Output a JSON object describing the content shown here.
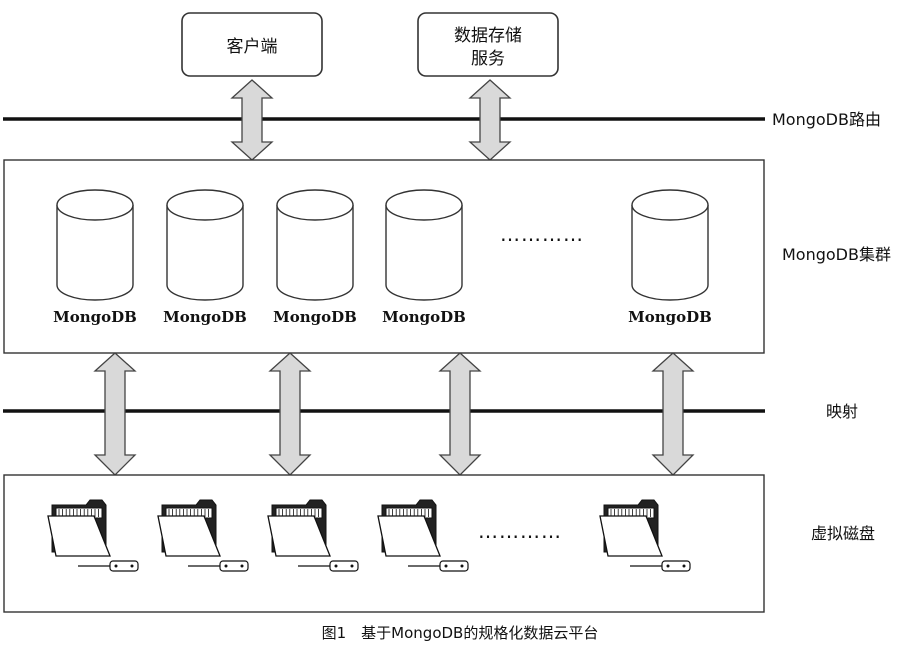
{
  "top_boxes": {
    "client": "客户端",
    "storage_line1": "数据存储",
    "storage_line2": "服务"
  },
  "side_labels": {
    "router": "MongoDB路由",
    "cluster": "MongoDB集群",
    "mapping": "映射",
    "virtual_disk": "虚拟磁盘"
  },
  "cluster": {
    "node_label": "MongoDB",
    "nodes": [
      "MongoDB",
      "MongoDB",
      "MongoDB",
      "MongoDB",
      "MongoDB"
    ],
    "ellipsis": "…………"
  },
  "disks": {
    "count": 5,
    "ellipsis": "…………"
  },
  "caption": "图1　基于MongoDB的规格化数据云平台"
}
